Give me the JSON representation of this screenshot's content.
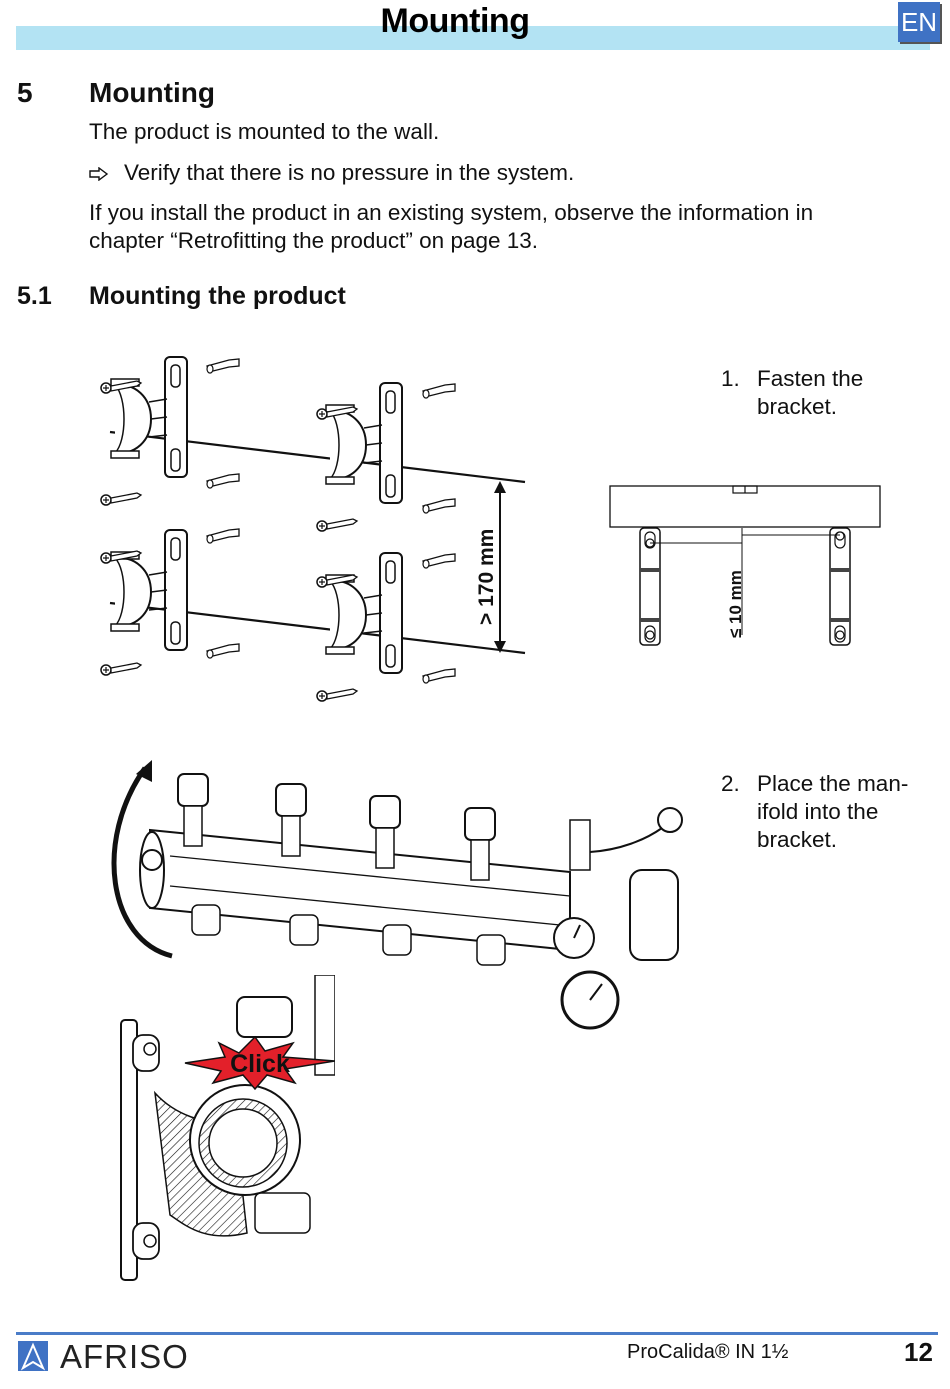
{
  "header": {
    "title": "Mounting",
    "language_badge": "EN",
    "band_color": "#b3e3f3",
    "badge_color": "#3f72c4"
  },
  "section": {
    "number": "5",
    "title": "Mounting",
    "intro": "The product is mounted to the wall.",
    "instruction_icon": "hollow-arrow-right-icon",
    "instruction": "Verify that there is no pressure in the system.",
    "note_line1": "If you install the product in an existing system, observe the information in",
    "note_line2": "chapter “Retrofitting the product” on page 13."
  },
  "subsection": {
    "number": "5.1",
    "title": "Mounting the product"
  },
  "steps": [
    {
      "number": "1.",
      "line1": "Fasten the",
      "line2": "bracket.",
      "line3": ""
    },
    {
      "number": "2.",
      "line1": "Place the man-",
      "line2": "ifold into the",
      "line3": "bracket."
    }
  ],
  "figures": {
    "bracket_spacing_label": "> 170 mm",
    "bracket_offset_label": "≤ 10 mm",
    "click_label": "Click",
    "click_color": "#e3202a"
  },
  "footer": {
    "brand": "AFRISO",
    "product": "ProCalida® IN 1½",
    "page_number": "12",
    "rule_color": "#4a7cc8"
  }
}
